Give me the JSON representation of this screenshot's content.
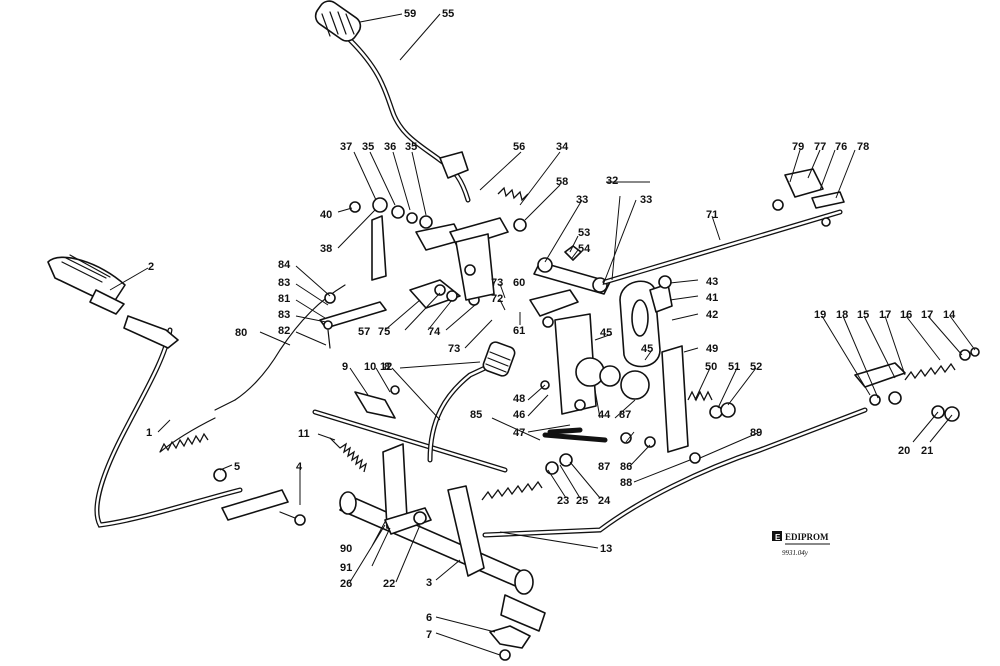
{
  "diagram": {
    "callouts": [
      "1",
      "2",
      "3",
      "4",
      "5",
      "6",
      "7",
      "8",
      "9",
      "10",
      "11",
      "12",
      "13",
      "14",
      "15",
      "16",
      "17",
      "18",
      "19",
      "20",
      "21",
      "22",
      "23",
      "24",
      "25",
      "26",
      "32",
      "33",
      "34",
      "35",
      "36",
      "37",
      "38",
      "40",
      "41",
      "42",
      "43",
      "44",
      "45",
      "46",
      "47",
      "48",
      "49",
      "50",
      "51",
      "52",
      "53",
      "54",
      "55",
      "56",
      "57",
      "58",
      "59",
      "60",
      "61",
      "71",
      "72",
      "73",
      "74",
      "75",
      "76",
      "77",
      "78",
      "79",
      "80",
      "81",
      "82",
      "83",
      "84",
      "85",
      "86",
      "87",
      "88",
      "89",
      "90",
      "91"
    ],
    "publisher_logo": "EDIPROM",
    "drawing_code": "9931.04y"
  }
}
